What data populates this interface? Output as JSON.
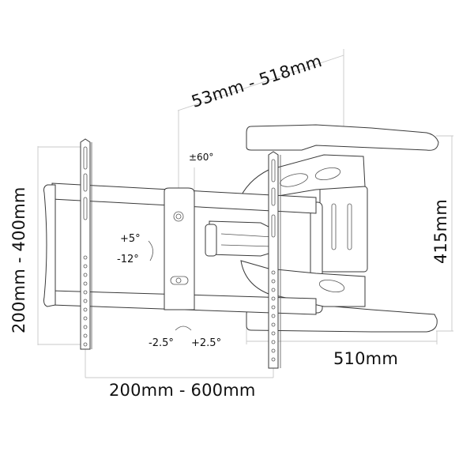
{
  "title": "Full-motion TV wall mount dimension drawing",
  "dimensions": {
    "depth": "53mm - 518mm",
    "vesa_vertical": "200mm - 400mm",
    "vesa_horizontal": "200mm - 600mm",
    "wall_plate_width": "510mm",
    "wall_plate_height": "415mm"
  },
  "adjustments": {
    "swivel": "±60°",
    "tilt_up": "+5°",
    "tilt_down": "-12°",
    "rotation_left": "-2.5°",
    "rotation_right": "+2.5°"
  },
  "colors": {
    "line": "#3a3a3a",
    "dimension_line": "#c8c8c8",
    "text": "#111111",
    "background": "#ffffff"
  }
}
